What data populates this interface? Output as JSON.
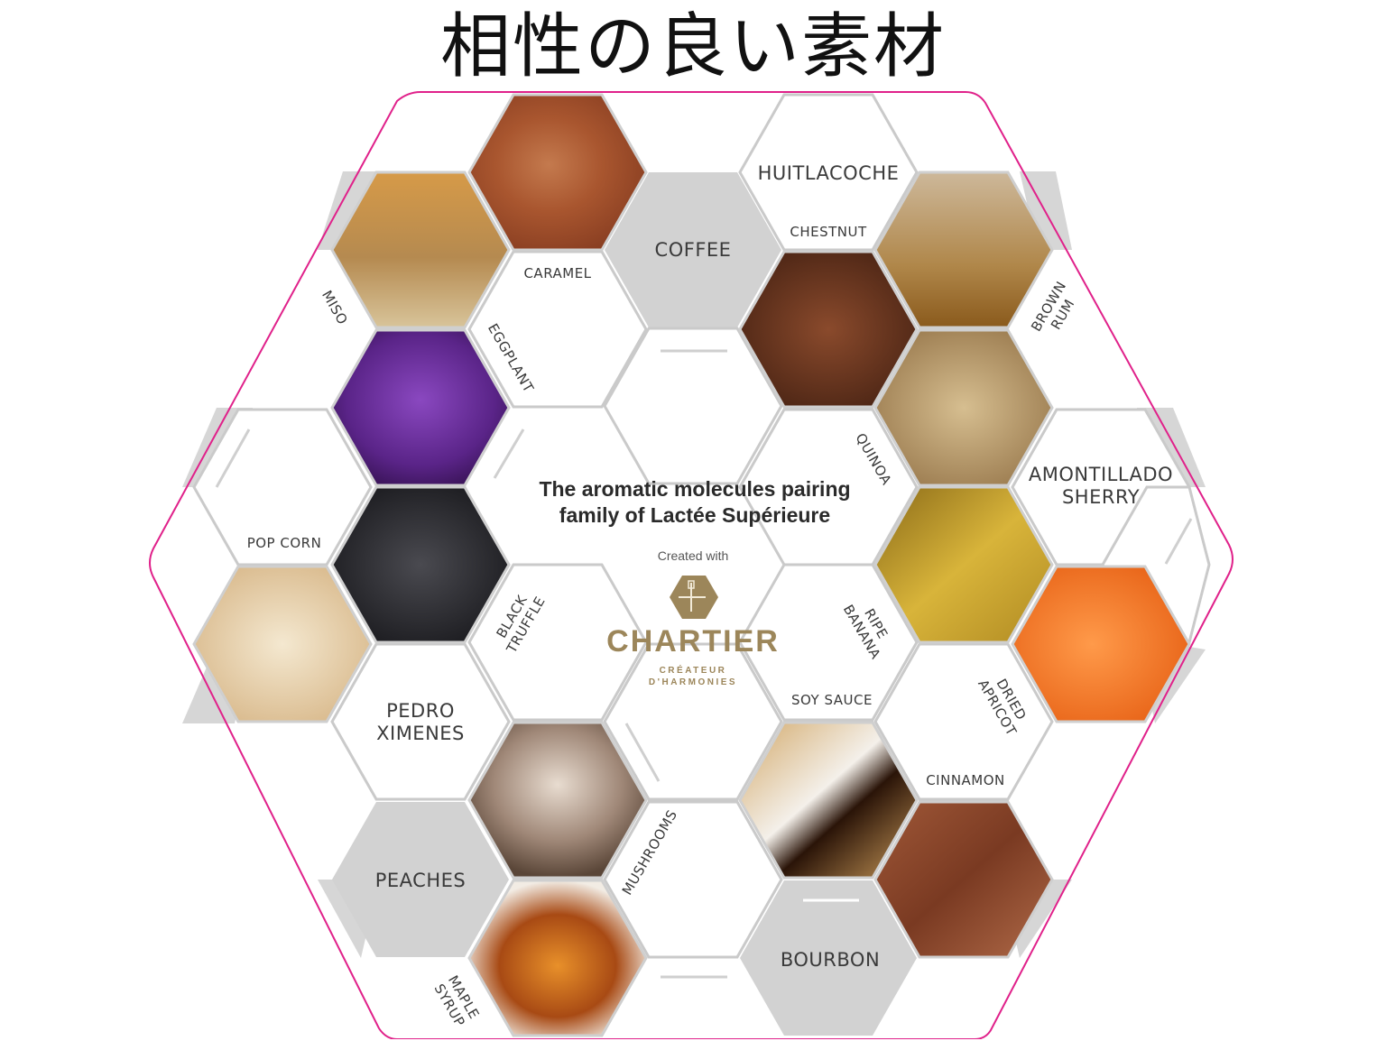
{
  "title": "相性の良い素材",
  "center": {
    "headline_line1": "The aromatic molecules pairing",
    "headline_line2": "family of Lactée Supérieure",
    "created_with": "Created with",
    "brand": "CHARTIER",
    "tagline_line1": "CRÉATEUR",
    "tagline_line2": "D'HARMONIES"
  },
  "colors": {
    "outline": "#e0218a",
    "grey_hex": "#d2d2d2",
    "hex_border": "#c8c8c8",
    "brand_gold": "#9c865a",
    "label_text": "#3a3a3a"
  },
  "ingredients": {
    "caramel": "CARAMEL",
    "coffee": "COFFEE",
    "huitlacoche": "HUITLACOCHE",
    "chestnut": "CHESTNUT",
    "miso": "MISO",
    "eggplant": "EGGPLANT",
    "brown_rum_1": "BROWN",
    "brown_rum_2": "RUM",
    "quinoa": "QUINOA",
    "amontillado_1": "AMONTILLADO",
    "amontillado_2": "SHERRY",
    "pop_corn": "POP CORN",
    "black_truffle_1": "BLACK",
    "black_truffle_2": "TRUFFLE",
    "ripe_banana_1": "RIPE",
    "ripe_banana_2": "BANANA",
    "pedro_1": "PEDRO",
    "pedro_2": "XIMENES",
    "soy_sauce": "SOY SAUCE",
    "dried_apricot_1": "DRIED",
    "dried_apricot_2": "APRICOT",
    "cinnamon": "CINNAMON",
    "peaches": "PEACHES",
    "mushrooms": "MUSHROOMS",
    "bourbon": "BOURBON",
    "maple_syrup_1": "MAPLE",
    "maple_syrup_2": "SYRUP"
  },
  "photos": [
    {
      "name": "caramel-photo",
      "color": "#b0603a"
    },
    {
      "name": "miso-photo",
      "color": "#c99a55"
    },
    {
      "name": "chestnut-photo",
      "color": "#6e3a22"
    },
    {
      "name": "brown-rum-photo",
      "color": "#a8824a"
    },
    {
      "name": "eggplant-photo",
      "color": "#5a2a8a"
    },
    {
      "name": "quinoa-photo",
      "color": "#b89868"
    },
    {
      "name": "black-truffle-photo",
      "color": "#2e2e32"
    },
    {
      "name": "ripe-banana-photo",
      "color": "#c9a22a"
    },
    {
      "name": "popcorn-photo",
      "color": "#ead9b8"
    },
    {
      "name": "dried-apricot-photo",
      "color": "#f07a2a"
    },
    {
      "name": "mushrooms-photo",
      "color": "#8a7262"
    },
    {
      "name": "soy-sauce-photo",
      "color": "#5a3a1e"
    },
    {
      "name": "cinnamon-photo",
      "color": "#8a4a30"
    },
    {
      "name": "maple-syrup-photo",
      "color": "#a8501a"
    }
  ]
}
